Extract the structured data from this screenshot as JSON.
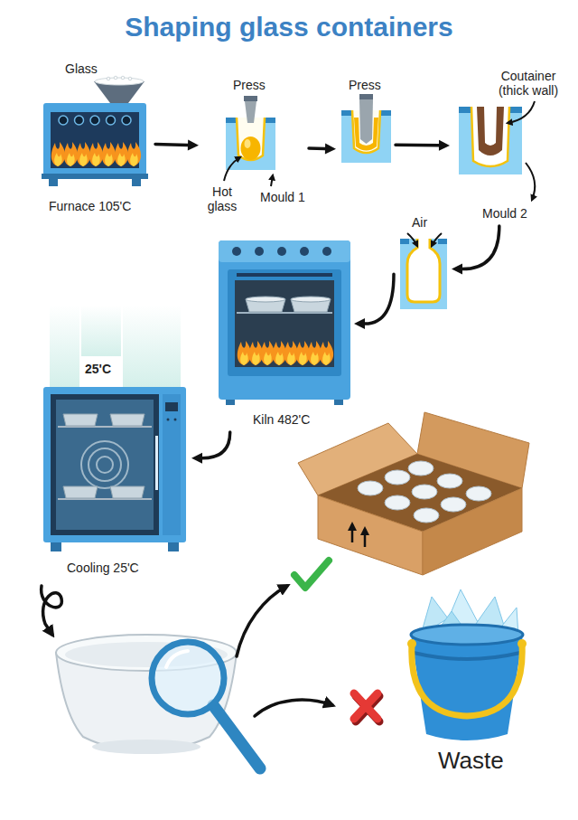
{
  "diagram": {
    "title": "Shaping glass containers",
    "nodes": [
      {
        "text": [
          "Glass",
          "Furnace 105'C"
        ]
      },
      {
        "text": [
          "Press",
          "Hot glass",
          "Mould 1"
        ]
      },
      {
        "text": [
          "Press"
        ]
      },
      {
        "text": [
          "Coutainer (thick wall)",
          "Mould 2"
        ]
      },
      {
        "text": [
          "Air"
        ]
      },
      {
        "text": [
          "Kiln 482'C"
        ]
      },
      {
        "text": [
          "25'C",
          "Cooling 25'C"
        ]
      },
      {
        "text": [
          "Waste"
        ]
      }
    ],
    "edges": [
      {
        "from": 0,
        "to": 1,
        "arrow": "to"
      },
      {
        "from": 1,
        "to": 2,
        "arrow": "to"
      },
      {
        "from": 2,
        "to": 3,
        "arrow": "to"
      },
      {
        "from": 3,
        "to": 4,
        "arrow": "to"
      },
      {
        "from": 4,
        "to": 5,
        "arrow": "to"
      },
      {
        "from": 5,
        "to": 6,
        "arrow": "to"
      }
    ]
  }
}
